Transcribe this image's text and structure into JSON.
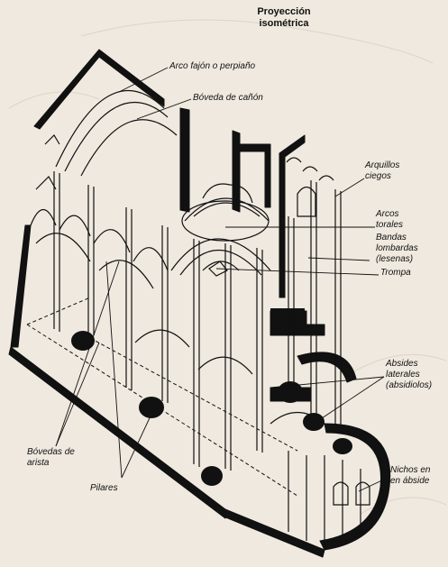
{
  "title": {
    "line1": "Proyección",
    "line2": "isométrica"
  },
  "labels": {
    "arco_fajon": "Arco fajón o perpiaño",
    "boveda_canon": "Bóveda de cañón",
    "arquillos_1": "Arquillos",
    "arquillos_2": "ciegos",
    "arcos_1": "Arcos",
    "arcos_2": "torales",
    "bandas_1": "Bandas",
    "bandas_2": "lombardas",
    "bandas_3": "(lesenas)",
    "trompa": "Trompa",
    "absides_1": "Absides",
    "absides_2": "laterales",
    "absides_3": "(absidiolos)",
    "bovedas_1": "Bóvedas de",
    "bovedas_2": "arista",
    "pilares": "Pilares",
    "nichos_1": "Nichos en",
    "nichos_2": "en ábside"
  },
  "colors": {
    "paper": "#efe9df",
    "ink": "#111111",
    "shade": "#d9d2c6"
  }
}
